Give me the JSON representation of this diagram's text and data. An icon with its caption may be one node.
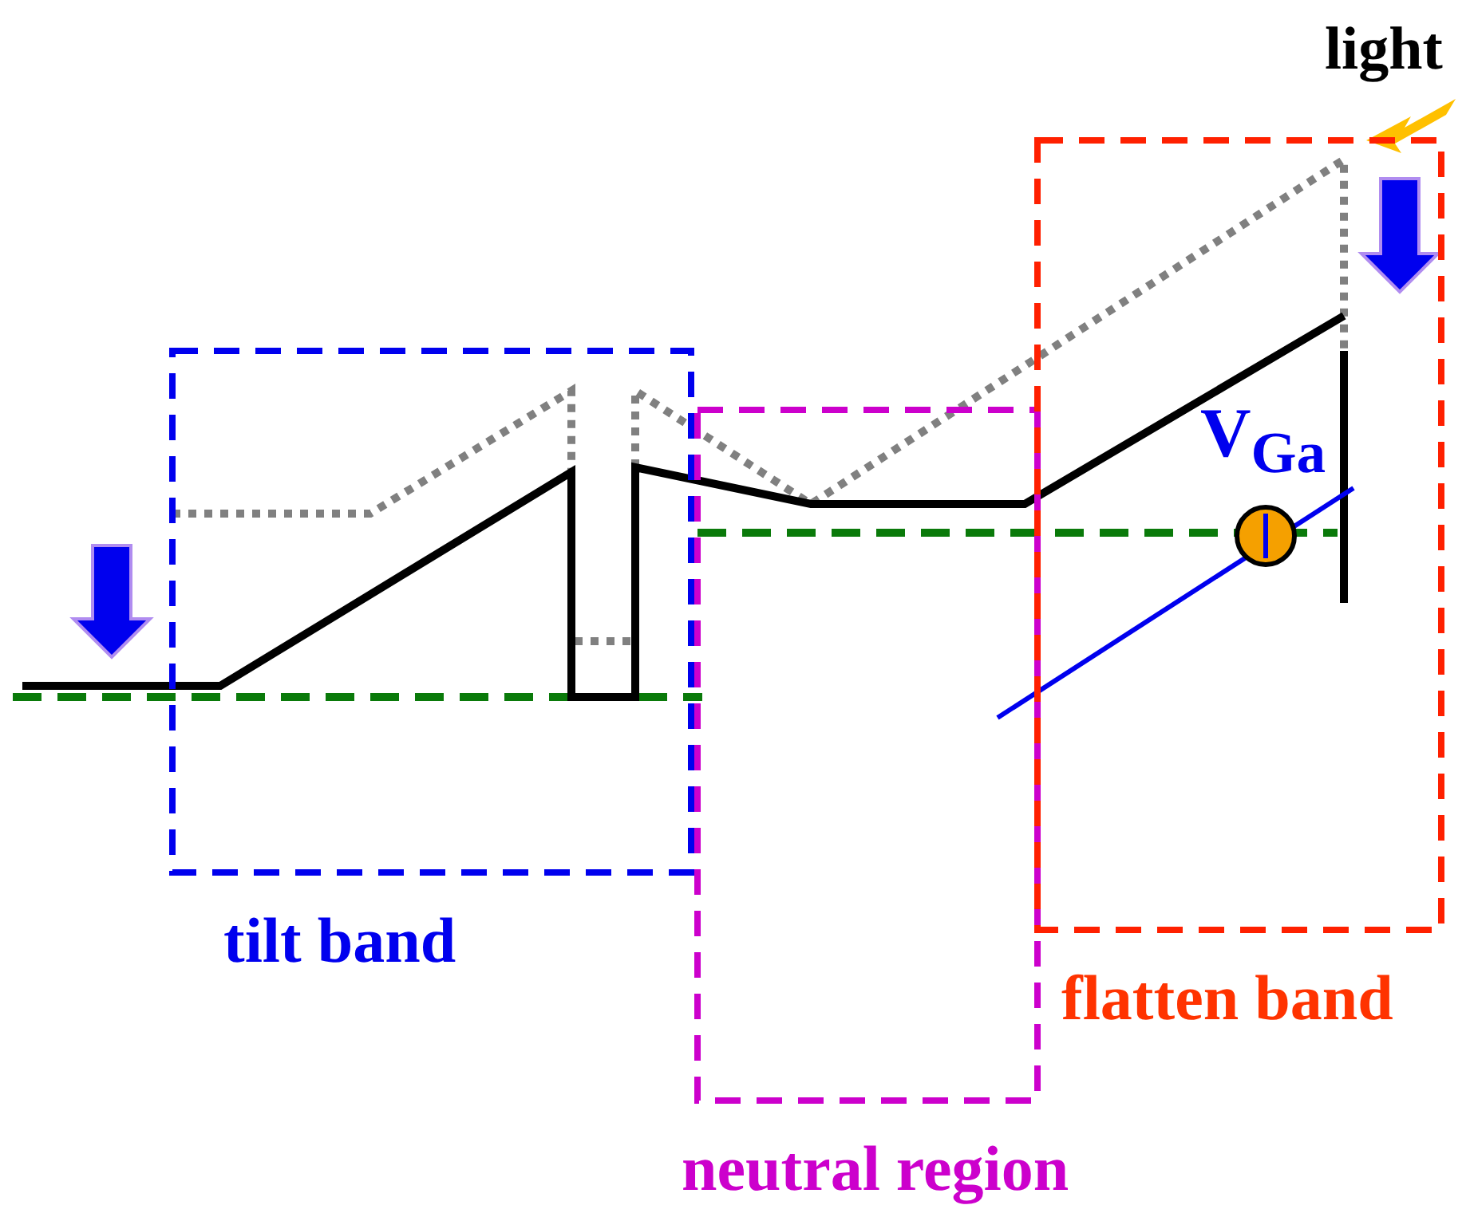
{
  "diagram": {
    "nodes": [
      {
        "text": [
          "tilt band"
        ]
      },
      {
        "text": [
          "neutral region"
        ]
      },
      {
        "text": [
          "flatten band"
        ]
      }
    ],
    "labels": [
      "light",
      "V$_{Ga}$"
    ]
  }
}
